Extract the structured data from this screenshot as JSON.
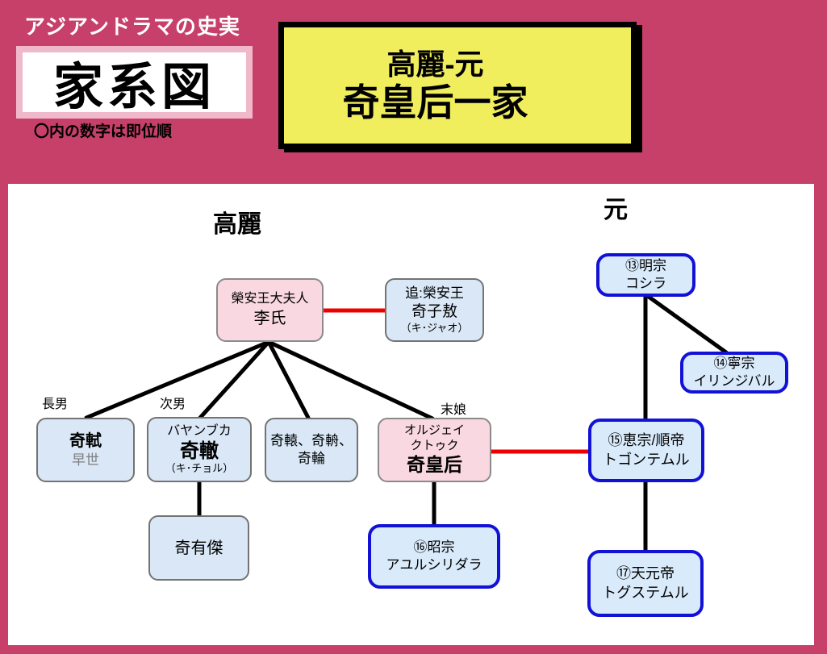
{
  "header": {
    "tagline": "アジアンドラマの史実",
    "title": "家系図",
    "caption": "〇内の数字は即位順",
    "banner": {
      "line1": "高麗-元",
      "line2": "奇皇后一家"
    }
  },
  "tree": {
    "region_left": "高麗",
    "region_right": "元",
    "sibling_labels": {
      "eldest_son": "長男",
      "second_son": "次男",
      "youngest_daughter": "末娘"
    },
    "nodes": {
      "lady_yi": {
        "title": "榮安王大夫人",
        "name": "李氏"
      },
      "ki_jao": {
        "title": "追:榮安王",
        "name": "奇子敖",
        "reading": "（キ･ジャオ）"
      },
      "emperor13": {
        "title": "⑬明宗",
        "name": "コシラ"
      },
      "emperor14": {
        "title": "⑭寧宗",
        "name": "イリンジバル"
      },
      "ki_sik": {
        "name": "奇軾",
        "note": "早世"
      },
      "ki_cheol": {
        "title": "バヤンブカ",
        "name": "奇轍",
        "reading": "（キ･チョル）"
      },
      "ki_won_ju_ryun": {
        "name_line1": "奇轅、奇輈、",
        "name_line2": "奇輪"
      },
      "empress_ki": {
        "title_line1": "オルジェイ",
        "title_line2": "クトゥク",
        "name": "奇皇后"
      },
      "emperor15": {
        "title": "⑮恵宗/順帝",
        "name": "トゴンテムル"
      },
      "ki_yugeol": {
        "name": "奇有傑"
      },
      "emperor16": {
        "title": "⑯昭宗",
        "name": "アユルシリダラ"
      },
      "emperor17": {
        "title": "⑰天元帝",
        "name": "トグステムル"
      }
    }
  },
  "colors": {
    "background": "#C64069",
    "banner_fill": "#F1EE5D",
    "node_blue_fill": "#D9E7F6",
    "node_pink_fill": "#F9D8E2",
    "emperor_border": "#1212D6",
    "marriage_line": "#EE0000",
    "descent_line": "#000000"
  }
}
